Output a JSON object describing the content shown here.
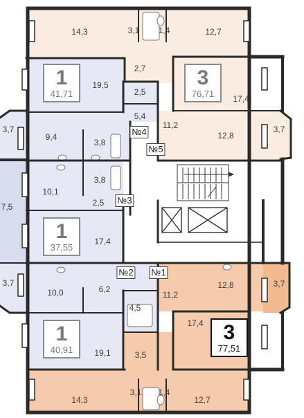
{
  "colors": {
    "peach": "#fbece2",
    "lavender": "#e6e8f6",
    "lavender_dark": "#d8dcef",
    "orange": "#f6cbab",
    "orange_dark": "#f3b98f",
    "wall": "#2a2a2a",
    "window": "#ffffff"
  },
  "rooms": {
    "top_left": "14,3",
    "top_bath": "3,1",
    "top_wc": "1,4",
    "top_right": "12,7",
    "top_hall": "2,7",
    "a1_living": "19,5",
    "a1_hall": "2,5",
    "a1_corridor": "5,4",
    "a1_balcony": "3,7",
    "a1_kitchen": "9,4",
    "a1_bath": "3,8",
    "a3_bedroom": "17,4",
    "a3_hall": "11,2",
    "a3_kitchen": "12,8",
    "a3_balcony": "3,7",
    "a2_bath": "3,8",
    "a2_kitchen": "10,1",
    "a2_hall": "2,5",
    "a2_balcony": "7,5",
    "a2_living": "17,4",
    "a4_balcony": "3,7",
    "a4_kitchen": "10,0",
    "a4_hall": "6,2",
    "a4_bath": "4,5",
    "a4_living": "19,1",
    "a4_storage": "3,5",
    "a5_kitchen": "12,8",
    "a5_balcony": "3,7",
    "a5_hall": "11,2",
    "a5_bedroom": "17,4",
    "bottom_left": "14,3",
    "bottom_bath": "3,1",
    "bottom_wc": "1,4",
    "bottom_right": "12,7"
  },
  "apartments": [
    {
      "rooms": "1",
      "area": "41,71"
    },
    {
      "rooms": "3",
      "area": "76,71"
    },
    {
      "rooms": "1",
      "area": "37,55"
    },
    {
      "rooms": "1",
      "area": "40,91"
    },
    {
      "rooms": "3",
      "area": "77,51"
    }
  ],
  "numbers": {
    "n4": "№4",
    "n5": "№5",
    "n3": "№3",
    "n2": "№2",
    "n1": "№1"
  }
}
